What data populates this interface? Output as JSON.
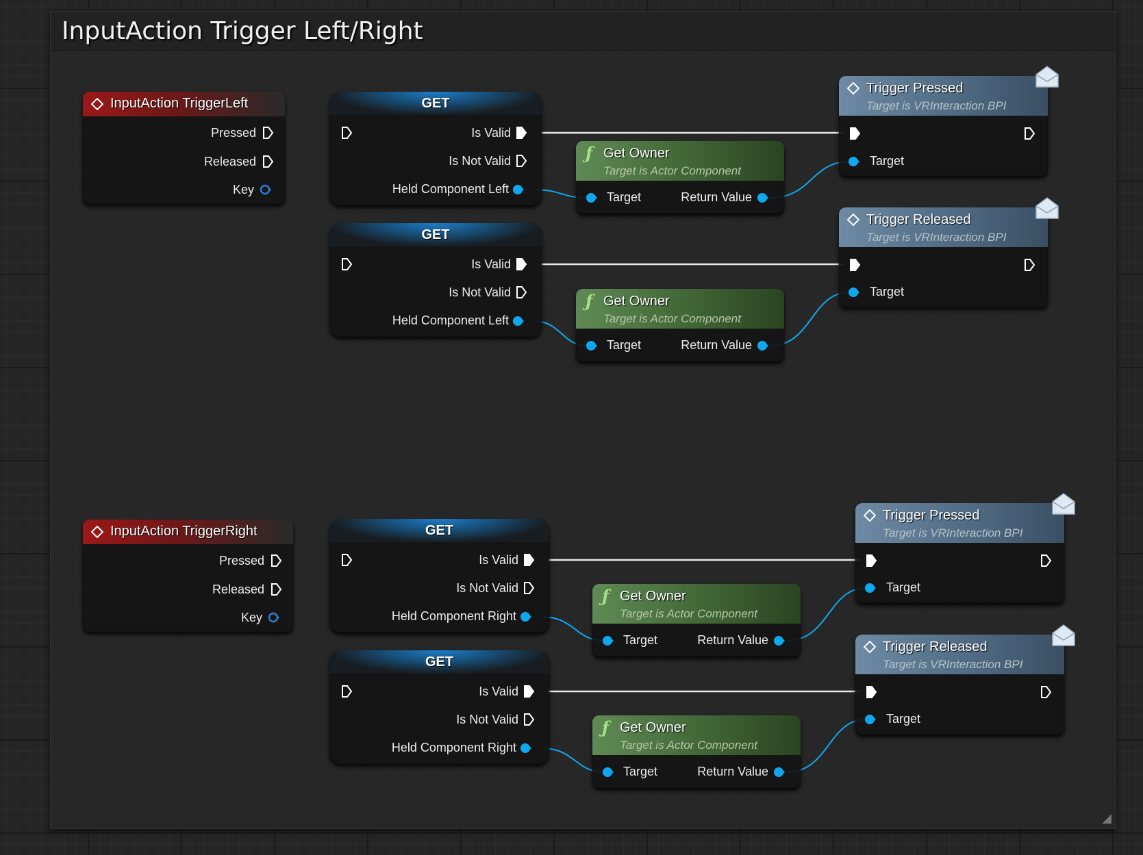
{
  "comment": {
    "title": "InputAction Trigger Left/Right"
  },
  "colors": {
    "data_pin": "#0fa8f0",
    "exec_wire": "#ffffff",
    "data_wire": "#0fa8f0",
    "event_header": "#9b1818",
    "function_header": "#5f8a55",
    "message_header": "#6e8aa4"
  },
  "events": [
    {
      "title": "InputAction TriggerLeft",
      "pins": {
        "pressed": "Pressed",
        "released": "Released",
        "key": "Key"
      }
    },
    {
      "title": "InputAction TriggerRight",
      "pins": {
        "pressed": "Pressed",
        "released": "Released",
        "key": "Key"
      }
    }
  ],
  "gets": [
    {
      "title": "GET",
      "is_valid": "Is Valid",
      "is_not_valid": "Is Not Valid",
      "var": "Held Component Left"
    },
    {
      "title": "GET",
      "is_valid": "Is Valid",
      "is_not_valid": "Is Not Valid",
      "var": "Held Component Left"
    },
    {
      "title": "GET",
      "is_valid": "Is Valid",
      "is_not_valid": "Is Not Valid",
      "var": "Held Component Right"
    },
    {
      "title": "GET",
      "is_valid": "Is Valid",
      "is_not_valid": "Is Not Valid",
      "var": "Held Component Right"
    }
  ],
  "funcs": [
    {
      "icon": "function-icon",
      "title": "Get Owner",
      "subtitle": "Target is Actor Component",
      "target": "Target",
      "return": "Return Value"
    },
    {
      "icon": "function-icon",
      "title": "Get Owner",
      "subtitle": "Target is Actor Component",
      "target": "Target",
      "return": "Return Value"
    },
    {
      "icon": "function-icon",
      "title": "Get Owner",
      "subtitle": "Target is Actor Component",
      "target": "Target",
      "return": "Return Value"
    },
    {
      "icon": "function-icon",
      "title": "Get Owner",
      "subtitle": "Target is Actor Component",
      "target": "Target",
      "return": "Return Value"
    }
  ],
  "messages": [
    {
      "icon": "envelope-icon",
      "title": "Trigger Pressed",
      "subtitle": "Target is VRInteraction BPI",
      "target": "Target"
    },
    {
      "icon": "envelope-icon",
      "title": "Trigger Released",
      "subtitle": "Target is VRInteraction BPI",
      "target": "Target"
    },
    {
      "icon": "envelope-icon",
      "title": "Trigger Pressed",
      "subtitle": "Target is VRInteraction BPI",
      "target": "Target"
    },
    {
      "icon": "envelope-icon",
      "title": "Trigger Released",
      "subtitle": "Target is VRInteraction BPI",
      "target": "Target"
    }
  ]
}
